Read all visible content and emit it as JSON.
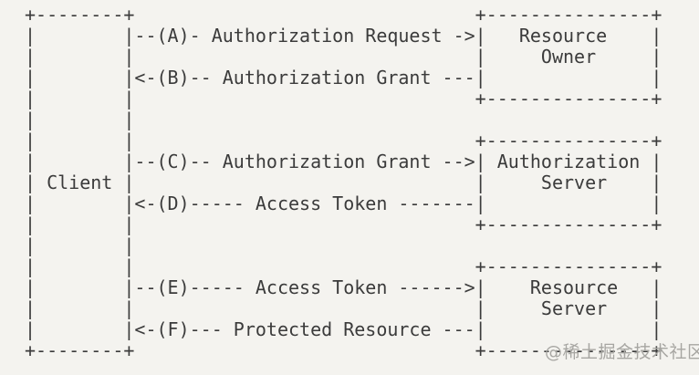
{
  "page": {
    "background_color": "#f4f3ef",
    "text_color": "#3b3b3b"
  },
  "diagram": {
    "type": "ascii-flow",
    "lines": [
      "+--------+                               +---------------+",
      "|        |--(A)- Authorization Request ->|   Resource    |",
      "|        |                               |     Owner     |",
      "|        |<-(B)-- Authorization Grant ---|               |",
      "|        |                               +---------------+",
      "|        |",
      "|        |                               +---------------+",
      "|        |--(C)-- Authorization Grant -->| Authorization |",
      "| Client |                               |     Server    |",
      "|        |<-(D)----- Access Token -------|               |",
      "|        |                               +---------------+",
      "|        |",
      "|        |                               +---------------+",
      "|        |--(E)----- Access Token ------>|    Resource   |",
      "|        |                               |     Server    |",
      "|        |<-(F)--- Protected Resource ---|               |",
      "+--------+                               +---------------+"
    ],
    "entities": [
      {
        "name": "Client"
      },
      {
        "name": "Resource Owner"
      },
      {
        "name": "Authorization Server"
      },
      {
        "name": "Resource Server"
      }
    ],
    "flows": [
      {
        "step": "A",
        "label": "Authorization Request",
        "from": "Client",
        "to": "Resource Owner"
      },
      {
        "step": "B",
        "label": "Authorization Grant",
        "from": "Resource Owner",
        "to": "Client"
      },
      {
        "step": "C",
        "label": "Authorization Grant",
        "from": "Client",
        "to": "Authorization Server"
      },
      {
        "step": "D",
        "label": "Access Token",
        "from": "Authorization Server",
        "to": "Client"
      },
      {
        "step": "E",
        "label": "Access Token",
        "from": "Client",
        "to": "Resource Server"
      },
      {
        "step": "F",
        "label": "Protected Resource",
        "from": "Resource Server",
        "to": "Client"
      }
    ]
  },
  "watermark": {
    "text": "@稀土掘金技术社区",
    "color": "#a7a6a2"
  }
}
